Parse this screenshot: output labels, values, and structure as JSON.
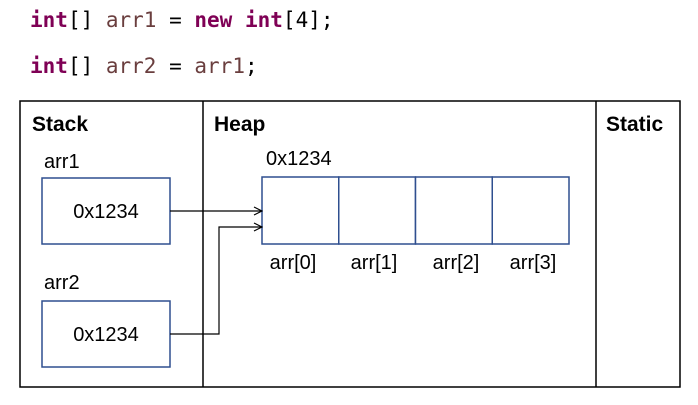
{
  "code": {
    "line1": {
      "kw1": "int",
      "br1": "[] ",
      "var": "arr1",
      "eq": " = ",
      "kw2": "new",
      "sp": " ",
      "kw3": "int",
      "tail": "[4];"
    },
    "line2": {
      "kw1": "int",
      "br1": "[] ",
      "var": "arr2",
      "eq": " = ",
      "rhs": "arr1",
      "tail": ";"
    }
  },
  "regions": {
    "stack": "Stack",
    "heap": "Heap",
    "static": "Static"
  },
  "stack_vars": [
    {
      "name": "arr1",
      "value": "0x1234"
    },
    {
      "name": "arr2",
      "value": "0x1234"
    }
  ],
  "heap_array": {
    "address": "0x1234",
    "cells": [
      "arr[0]",
      "arr[1]",
      "arr[2]",
      "arr[3]"
    ]
  },
  "colors": {
    "box_border": "#2f4f8f",
    "frame": "#000000",
    "keyword": "#7f0055"
  }
}
